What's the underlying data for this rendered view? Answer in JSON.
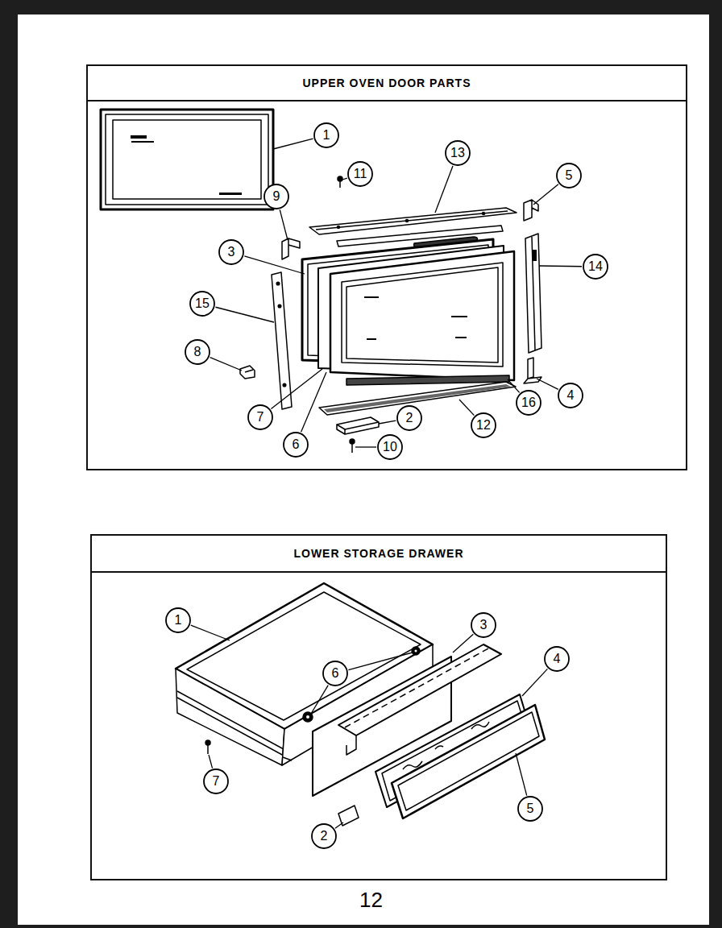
{
  "diagram": {
    "nodes": [
      {
        "text": [
          "UPPER OVEN DOOR PARTS"
        ]
      },
      {
        "text": [
          "1"
        ],
        "in": 0
      },
      {
        "text": [
          "13"
        ],
        "in": 0
      },
      {
        "text": [
          "11"
        ],
        "in": 0
      },
      {
        "text": [
          "5"
        ],
        "in": 0
      },
      {
        "text": [
          "9"
        ],
        "in": 0
      },
      {
        "text": [
          "3"
        ],
        "in": 0
      },
      {
        "text": [
          "14"
        ],
        "in": 0
      },
      {
        "text": [
          "15"
        ],
        "in": 0
      },
      {
        "text": [
          "8"
        ],
        "in": 0
      },
      {
        "text": [
          "4"
        ],
        "in": 0
      },
      {
        "text": [
          "16"
        ],
        "in": 0
      },
      {
        "text": [
          "7"
        ],
        "in": 0
      },
      {
        "text": [
          "2"
        ],
        "in": 0
      },
      {
        "text": [
          "12"
        ],
        "in": 0
      },
      {
        "text": [
          "6"
        ],
        "in": 0
      },
      {
        "text": [
          "10"
        ],
        "in": 0
      },
      {
        "text": [
          "LOWER STORAGE DRAWER"
        ]
      },
      {
        "text": [
          "1"
        ],
        "in": 17
      },
      {
        "text": [
          "3"
        ],
        "in": 17
      },
      {
        "text": [
          "4"
        ],
        "in": 17
      },
      {
        "text": [
          "6"
        ],
        "in": 17
      },
      {
        "text": [
          "7"
        ],
        "in": 17
      },
      {
        "text": [
          "5"
        ],
        "in": 17
      },
      {
        "text": [
          "2"
        ],
        "in": 17
      }
    ],
    "labels": [
      "12"
    ]
  }
}
